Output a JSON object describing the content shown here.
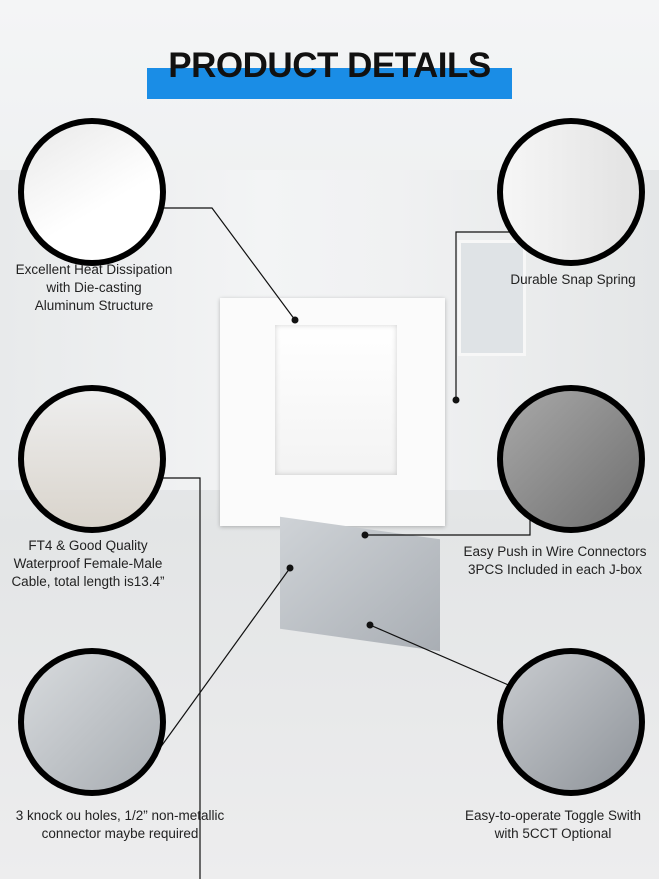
{
  "title": "PRODUCT DETAILS",
  "colors": {
    "title_bar": "#1a8de6",
    "circle_border": "#000000"
  },
  "features": [
    {
      "id": "heat",
      "lines": [
        "Excellent Heat Dissipation",
        "with Die-casting",
        "Aluminum Structure"
      ]
    },
    {
      "id": "spring",
      "lines": [
        "Durable Snap Spring"
      ]
    },
    {
      "id": "cable",
      "lines": [
        "FT4 & Good Quality",
        "Waterproof Female-Male",
        "Cable, total length is13.4”"
      ]
    },
    {
      "id": "connectors",
      "lines": [
        "Easy Push in Wire Connectors",
        "3PCS Included in each J-box"
      ]
    },
    {
      "id": "knockout",
      "lines": [
        "3 knock ou holes, 1/2” non-metallic",
        "connector maybe required"
      ]
    },
    {
      "id": "toggle",
      "lines": [
        "Easy-to-operate Toggle Swith",
        "with 5CCT Optional"
      ]
    }
  ]
}
